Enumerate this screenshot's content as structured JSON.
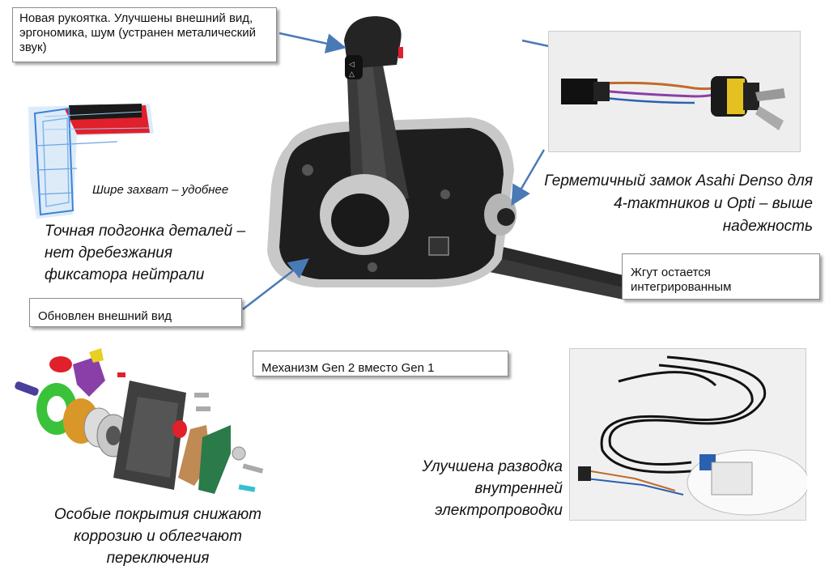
{
  "callouts": {
    "new_handle": "Новая рукоятка. Улучшены внешний вид, эргономика, шум (устранен металический звук)",
    "updated_look": "Обновлен внешний вид",
    "mechanism": "Механизм Gen 2 вместо Gen 1",
    "harness": "Жгут остается интегрированным"
  },
  "captions": {
    "wider_grip": "Шире захват – удобнее",
    "precise_fit": "Точная подгонка деталей – нет дребезжания фиксатора нейтрали",
    "lock": "Герметичный замок  Asahi Denso  для 4-тактников и Opti – выше надежность",
    "wiring": "Улучшена разводка внутренней электропроводки",
    "coatings": "Особые покрытия снижают коррозию и облегчают переключения"
  },
  "colors": {
    "arrow": "#4a7ab5",
    "handle_red": "#e0202a",
    "body_dark": "#1c1c1c",
    "body_silver": "#b9b9b9"
  }
}
